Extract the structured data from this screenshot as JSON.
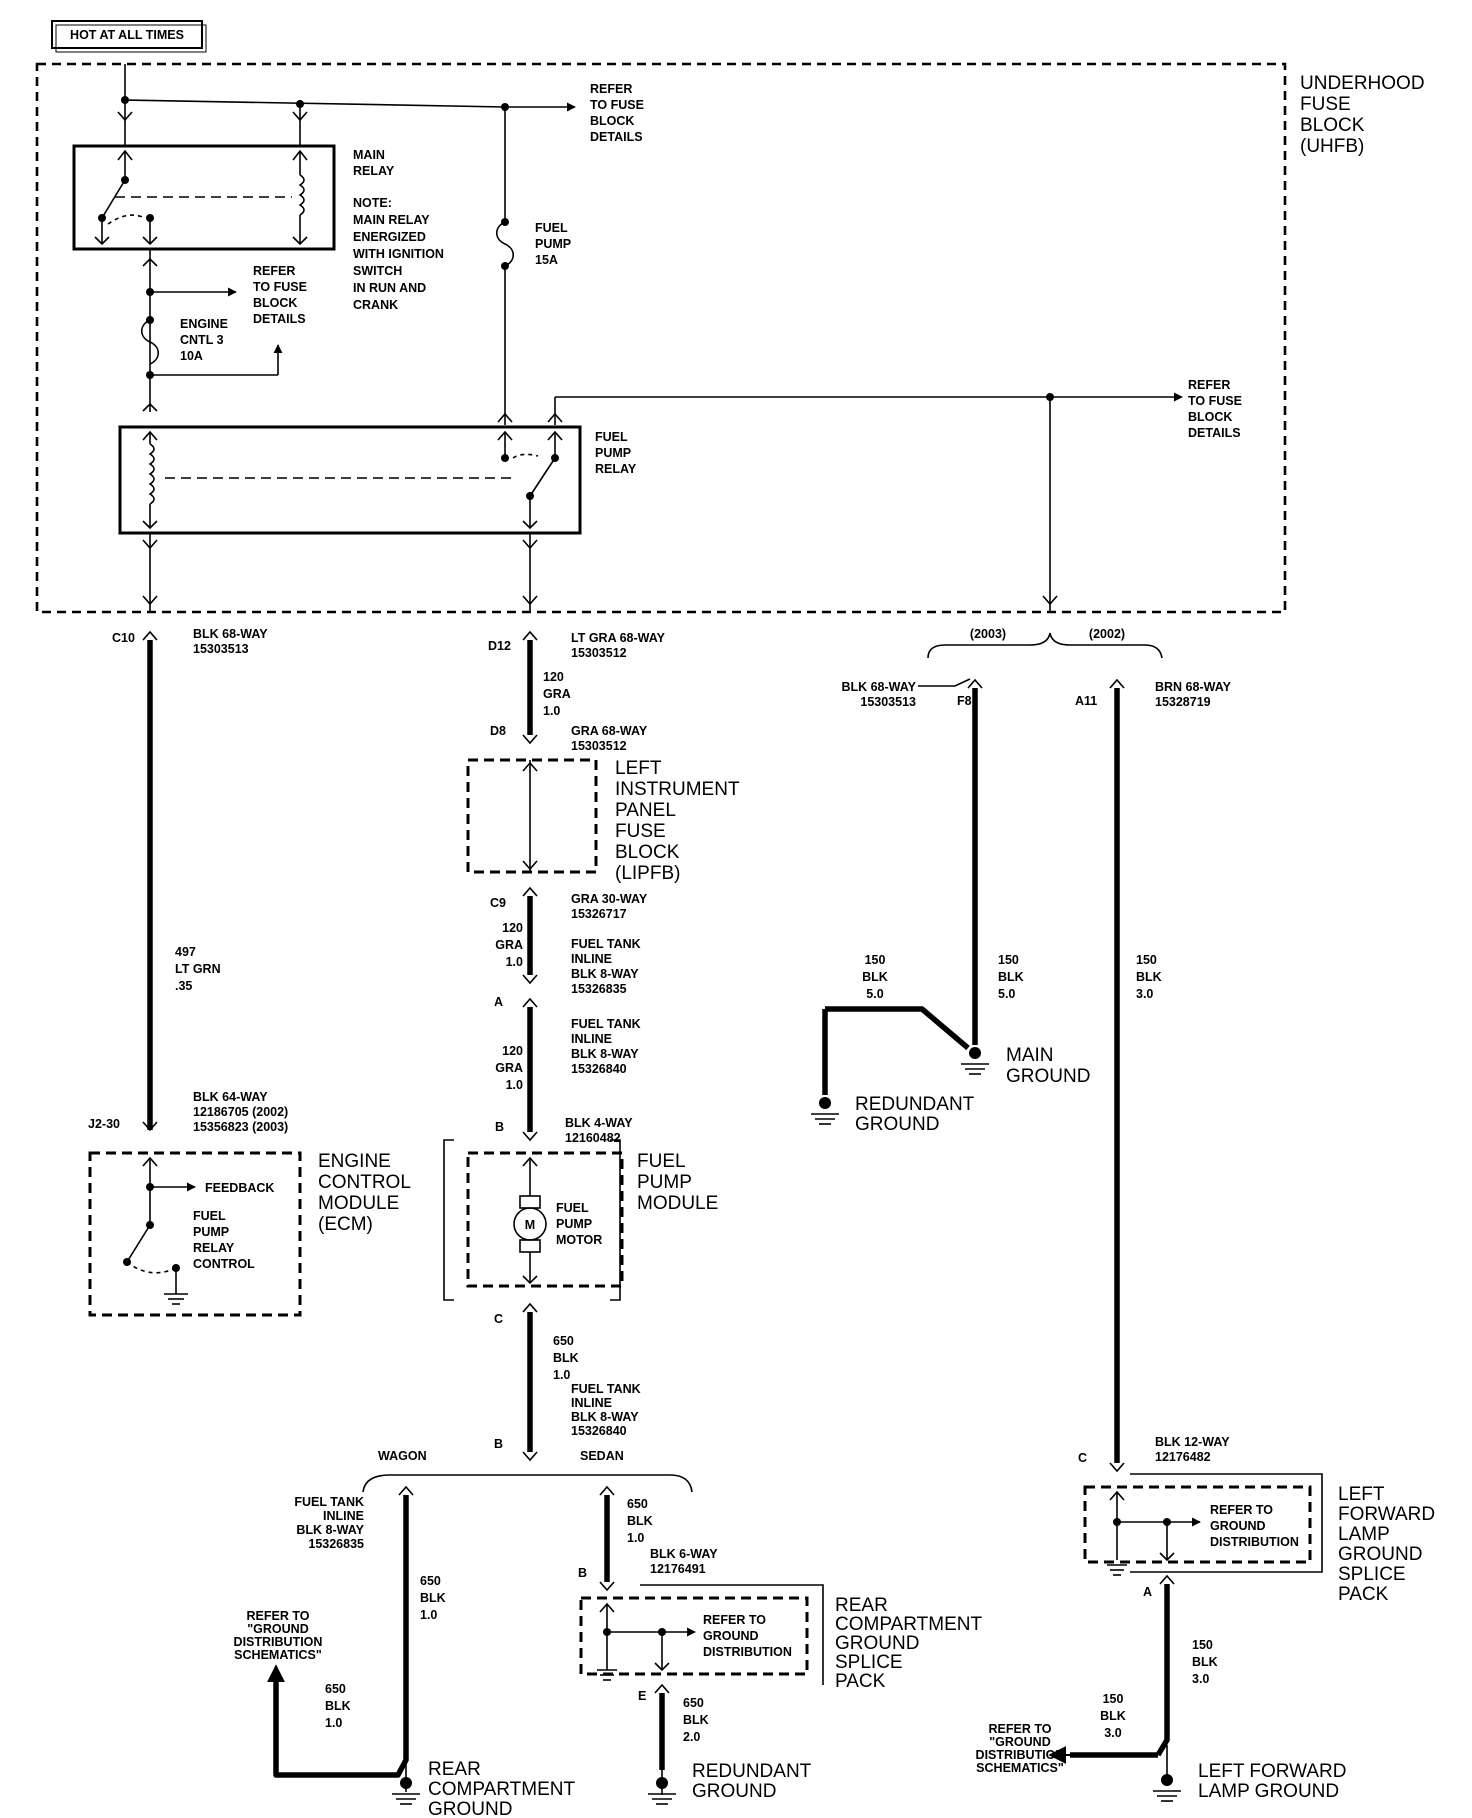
{
  "header": {
    "hot_label": "HOT AT ALL TIMES"
  },
  "uhfb": {
    "label": [
      "UNDERHOOD",
      "FUSE",
      "BLOCK",
      "(UHFB)"
    ],
    "refer_top": [
      "REFER",
      "TO FUSE",
      "BLOCK",
      "DETAILS"
    ],
    "refer_mid": [
      "REFER",
      "TO FUSE",
      "BLOCK",
      "DETAILS"
    ],
    "refer_right": [
      "REFER",
      "TO FUSE",
      "BLOCK",
      "DETAILS"
    ],
    "main_relay": [
      "MAIN",
      "RELAY"
    ],
    "note": [
      "NOTE:",
      "MAIN RELAY",
      "ENERGIZED",
      "WITH IGNITION",
      "SWITCH",
      "IN RUN AND",
      "CRANK"
    ],
    "fuel_pump_fuse": [
      "FUEL",
      "PUMP",
      "15A"
    ],
    "engine_fuse": [
      "ENGINE",
      "CNTL 3",
      "10A"
    ],
    "fuel_pump_relay": [
      "FUEL",
      "PUMP",
      "RELAY"
    ]
  },
  "col1": {
    "c10_pin": "C10",
    "c10_conn": [
      "BLK 68-WAY",
      "15303513"
    ],
    "wire": [
      "497",
      "LT GRN",
      ".35"
    ],
    "j2_pin": "J2-30",
    "j2_conn": [
      "BLK 64-WAY",
      "12186705 (2002)",
      "15356823 (2003)"
    ],
    "ecm_label": [
      "ENGINE",
      "CONTROL",
      "MODULE",
      "(ECM)"
    ],
    "feedback": "FEEDBACK",
    "relay_control": [
      "FUEL",
      "PUMP",
      "RELAY",
      "CONTROL"
    ]
  },
  "col2": {
    "d12_pin": "D12",
    "d12_conn": [
      "LT GRA 68-WAY",
      "15303512"
    ],
    "wire1": [
      "120",
      "GRA",
      "1.0"
    ],
    "d8_pin": "D8",
    "d8_conn": [
      "GRA 68-WAY",
      "15303512"
    ],
    "lipfb_label": [
      "LEFT",
      "INSTRUMENT",
      "PANEL",
      "FUSE",
      "BLOCK",
      "(LIPFB)"
    ],
    "c9_pin": "C9",
    "c9_conn": [
      "GRA 30-WAY",
      "15326717"
    ],
    "wire2": [
      "120",
      "GRA",
      "1.0"
    ],
    "inline1": [
      "FUEL TANK",
      "INLINE",
      "BLK 8-WAY",
      "15326835"
    ],
    "a_pin": "A",
    "inline2": [
      "FUEL TANK",
      "INLINE",
      "BLK 8-WAY",
      "15326840"
    ],
    "wire3": [
      "120",
      "GRA",
      "1.0"
    ],
    "b_pin": "B",
    "b_conn": [
      "BLK 4-WAY",
      "12160482"
    ],
    "fpm_label": [
      "FUEL",
      "PUMP",
      "MODULE"
    ],
    "motor_symbol": "M",
    "motor_label": [
      "FUEL",
      "PUMP",
      "MOTOR"
    ],
    "c_pin": "C",
    "wire4": [
      "650",
      "BLK",
      "1.0"
    ],
    "inline3": [
      "FUEL TANK",
      "INLINE",
      "BLK 8-WAY",
      "15326840"
    ],
    "b2_pin": "B"
  },
  "col2_bottom": {
    "wagon": "WAGON",
    "sedan": "SEDAN",
    "wagon_inline": [
      "FUEL TANK",
      "INLINE",
      "BLK 8-WAY",
      "15326835"
    ],
    "wagon_wire1": [
      "650",
      "BLK",
      "1.0"
    ],
    "refer_gd": [
      "REFER TO",
      "\"GROUND",
      "DISTRIBUTION",
      "SCHEMATICS\""
    ],
    "wagon_wire2": [
      "650",
      "BLK",
      "1.0"
    ],
    "rear_ground": [
      "REAR",
      "COMPARTMENT",
      "GROUND"
    ],
    "sedan_wire1": [
      "650",
      "BLK",
      "1.0"
    ],
    "sedan_b_pin": "B",
    "sedan_b_conn": [
      "BLK 6-WAY",
      "12176491"
    ],
    "splice_refer": [
      "REFER TO",
      "GROUND",
      "DISTRIBUTION"
    ],
    "splice_label": [
      "REAR",
      "COMPARTMENT",
      "GROUND",
      "SPLICE",
      "PACK"
    ],
    "sedan_e_pin": "E",
    "sedan_wire2": [
      "650",
      "BLK",
      "2.0"
    ],
    "redundant_ground": [
      "REDUNDANT",
      "GROUND"
    ]
  },
  "col3": {
    "year_2003": "(2003)",
    "year_2002": "(2002)",
    "f8_conn": [
      "BLK 68-WAY",
      "15303513"
    ],
    "f8_pin": "F8",
    "a11_pin": "A11",
    "a11_conn": [
      "BRN 68-WAY",
      "15328719"
    ],
    "red_wire": [
      "150",
      "BLK",
      "5.0"
    ],
    "main_wire": [
      "150",
      "BLK",
      "5.0"
    ],
    "main_ground": [
      "MAIN",
      "GROUND"
    ],
    "redundant_ground": [
      "REDUNDANT",
      "GROUND"
    ],
    "a11_wire": [
      "150",
      "BLK",
      "3.0"
    ],
    "c_pin": "C",
    "c_conn": [
      "BLK 12-WAY",
      "12176482"
    ],
    "splice_refer": [
      "REFER TO",
      "GROUND",
      "DISTRIBUTION"
    ],
    "splice_label": [
      "LEFT",
      "FORWARD",
      "LAMP",
      "GROUND",
      "SPLICE",
      "PACK"
    ],
    "a_pin": "A",
    "wire_a": [
      "150",
      "BLK",
      "3.0"
    ],
    "wire_b": [
      "150",
      "BLK",
      "3.0"
    ],
    "refer_gd": [
      "REFER TO",
      "\"GROUND",
      "DISTRIBUTION",
      "SCHEMATICS\""
    ],
    "lamp_ground": [
      "LEFT FORWARD",
      "LAMP GROUND"
    ]
  }
}
